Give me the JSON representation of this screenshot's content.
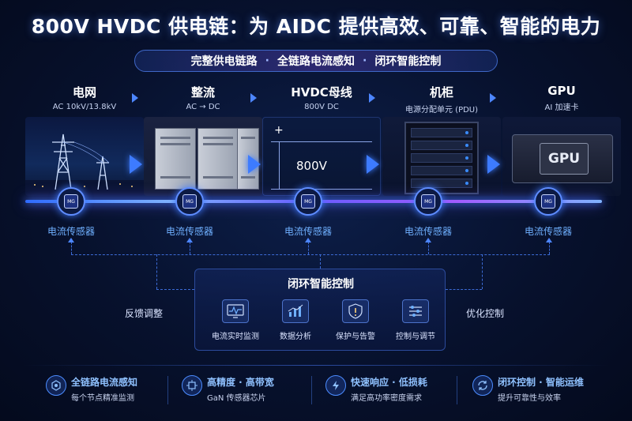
{
  "header": {
    "title": "800V HVDC 供电链：为 AIDC 提供高效、可靠、智能的电力",
    "tags": [
      "完整供电链路",
      "全链路电流感知",
      "闭环智能控制"
    ],
    "separator": "·"
  },
  "stages": [
    {
      "name": "电网",
      "sub": "AC 10kV/13.8kV"
    },
    {
      "name": "整流",
      "sub": "AC → DC"
    },
    {
      "name": "HVDC母线",
      "sub": "800V DC"
    },
    {
      "name": "机柜",
      "sub": "电源分配单元 (PDU)"
    },
    {
      "name": "GPU",
      "sub": "AI 加速卡"
    }
  ],
  "bus_panel": {
    "plus": "+",
    "voltage": "800V"
  },
  "gpu_panel": {
    "chip_label": "GPU"
  },
  "sensor": {
    "chip_text": "MG",
    "label": "电流传感器",
    "count": 5
  },
  "control": {
    "title": "闭环智能控制",
    "functions": [
      {
        "label": "电流实时监测",
        "icon": "monitor-waveform-icon"
      },
      {
        "label": "数据分析",
        "icon": "bar-chart-icon"
      },
      {
        "label": "保护与告警",
        "icon": "shield-alert-icon"
      },
      {
        "label": "控制与调节",
        "icon": "sliders-icon"
      }
    ],
    "left_label": "反馈调整",
    "right_label": "优化控制"
  },
  "features": [
    {
      "title": "全链路电流感知",
      "sub": "每个节点精准监测",
      "icon": "sensor-node-icon"
    },
    {
      "title": "高精度 · 高带宽",
      "sub": "GaN 传感器芯片",
      "icon": "chip-precision-icon"
    },
    {
      "title": "快速响应 · 低损耗",
      "sub": "满足高功率密度需求",
      "icon": "lightning-fast-icon"
    },
    {
      "title": "闭环控制 · 智能运维",
      "sub": "提升可靠性与效率",
      "icon": "loop-control-icon"
    }
  ],
  "colors": {
    "accent": "#3d7bff",
    "sensor_text": "#6fb0ff",
    "feature_title": "#8fc1ff",
    "background": "#07112d"
  }
}
